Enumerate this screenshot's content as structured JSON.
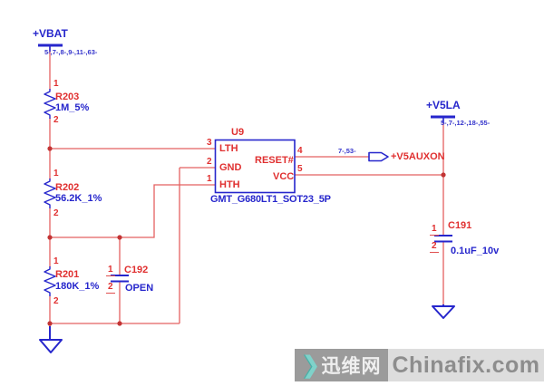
{
  "rails": {
    "vbat": {
      "name": "+VBAT",
      "nodes": "5-,7-,8-,9-,11-,63-"
    },
    "v5la": {
      "name": "+V5LA",
      "nodes": "5-,7-,12-,18-,55-"
    }
  },
  "components": {
    "r203": {
      "ref": "R203",
      "value": "1M_5%",
      "pin1": "1",
      "pin2": "2"
    },
    "r202": {
      "ref": "R202",
      "value": "56.2K_1%",
      "pin1": "1",
      "pin2": "2"
    },
    "r201": {
      "ref": "R201",
      "value": "180K_1%",
      "pin1": "1",
      "pin2": "2"
    },
    "c192": {
      "ref": "C192",
      "value": "OPEN",
      "pin1": "1",
      "pin2": "2"
    },
    "c191": {
      "ref": "C191",
      "value": "0.1uF_10v",
      "pin1": "1",
      "pin2": "2"
    },
    "u9": {
      "ref": "U9",
      "part": "GMT_G680LT1_SOT23_5P",
      "pin_names": {
        "lth": "LTH",
        "gnd": "GND",
        "hth": "HTH",
        "reset": "RESET#",
        "vcc": "VCC"
      },
      "pin_numbers": {
        "p1": "1",
        "p2": "2",
        "p3": "3",
        "p4": "4",
        "p5": "5"
      }
    }
  },
  "nets": {
    "v5auxon": {
      "label": "+V5AUXON",
      "nodes": "7-,53-"
    }
  },
  "colors": {
    "wire": "#e46060",
    "junction": "#c23434",
    "symbol_blue": "#2626cc",
    "ref_red": "#e03030",
    "value_blue": "#2626cc"
  },
  "watermark": {
    "chevron": "❯",
    "brand_cn": "迅维网",
    "brand_en": "Chinafix.com"
  }
}
